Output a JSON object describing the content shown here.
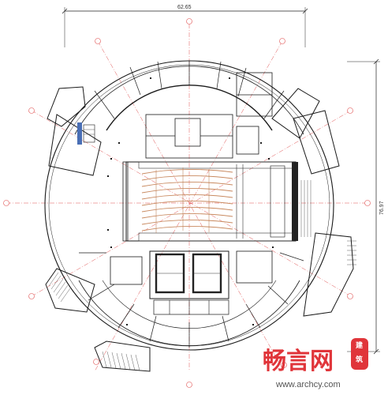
{
  "dimensions": {
    "top_width": "62.65",
    "right_height": "76.97"
  },
  "watermark": {
    "brand_text": "畅言网",
    "tag_text": "建筑",
    "url": "www.archcy.com",
    "color": "#e0353a"
  },
  "drawing": {
    "line_color": "#1a1a1a",
    "axis_color": "#e05050",
    "seat_color": "#c98a60",
    "stage_color": "#222222"
  }
}
